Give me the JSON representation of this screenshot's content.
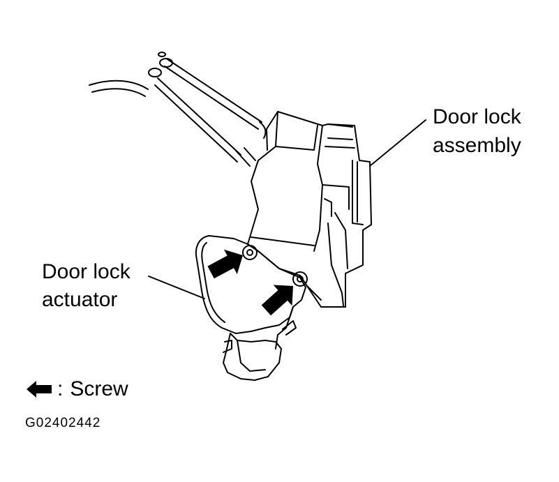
{
  "callouts": {
    "assembly_line1": "Door lock",
    "assembly_line2": "assembly",
    "actuator_line1": "Door lock",
    "actuator_line2": "actuator"
  },
  "legend": {
    "icon": "arrow-left-icon",
    "separator": ":",
    "text": "Screw"
  },
  "figure_code": "G02402442"
}
